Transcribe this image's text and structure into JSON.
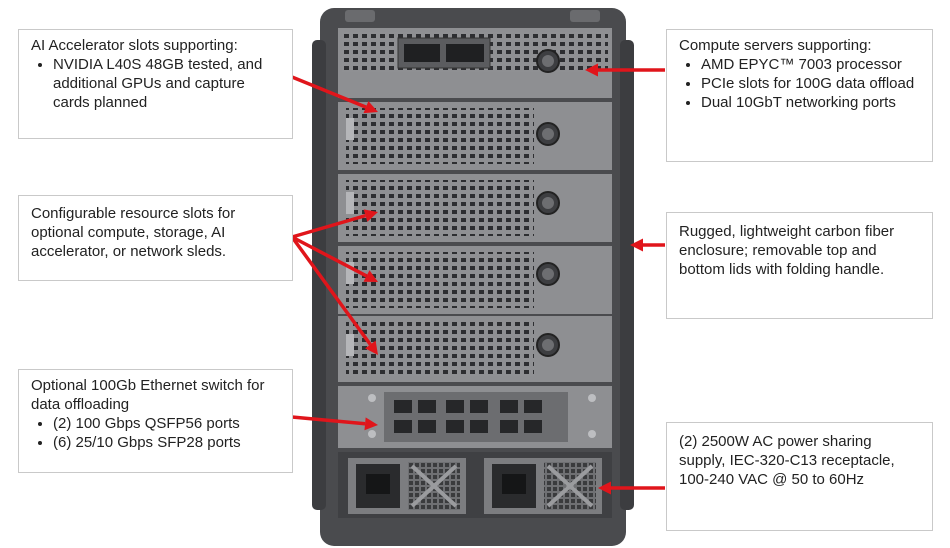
{
  "colors": {
    "arrow": "#e0151b",
    "chassis": "#4a4b4e",
    "panel": "#8c8d90",
    "dark": "#2b2c2e"
  },
  "callouts": {
    "ai_accel": {
      "text": "AI Accelerator slots supporting:",
      "bullets": [
        "NVIDIA L40S 48GB tested, and additional GPUs and capture cards planned"
      ]
    },
    "compute": {
      "text": "Compute servers supporting:",
      "bullets": [
        "AMD EPYC™ 7003 processor",
        "PCIe slots for 100G data offload",
        "Dual 10GbT networking ports"
      ]
    },
    "configurable": {
      "text": "Configurable resource slots for optional compute, storage, AI accelerator, or network sleds."
    },
    "enclosure": {
      "text": "Rugged, lightweight carbon fiber enclosure; removable top and bottom lids with folding handle."
    },
    "switch": {
      "text": "Optional 100Gb Ethernet switch for data offloading",
      "bullets": [
        "(2) 100 Gbps QSFP56 ports",
        "(6) 25/10 Gbps SFP28 ports"
      ]
    },
    "power": {
      "text": "(2) 2500W AC power sharing supply, IEC-320-C13 receptacle, 100-240 VAC @ 50 to 60Hz"
    }
  }
}
